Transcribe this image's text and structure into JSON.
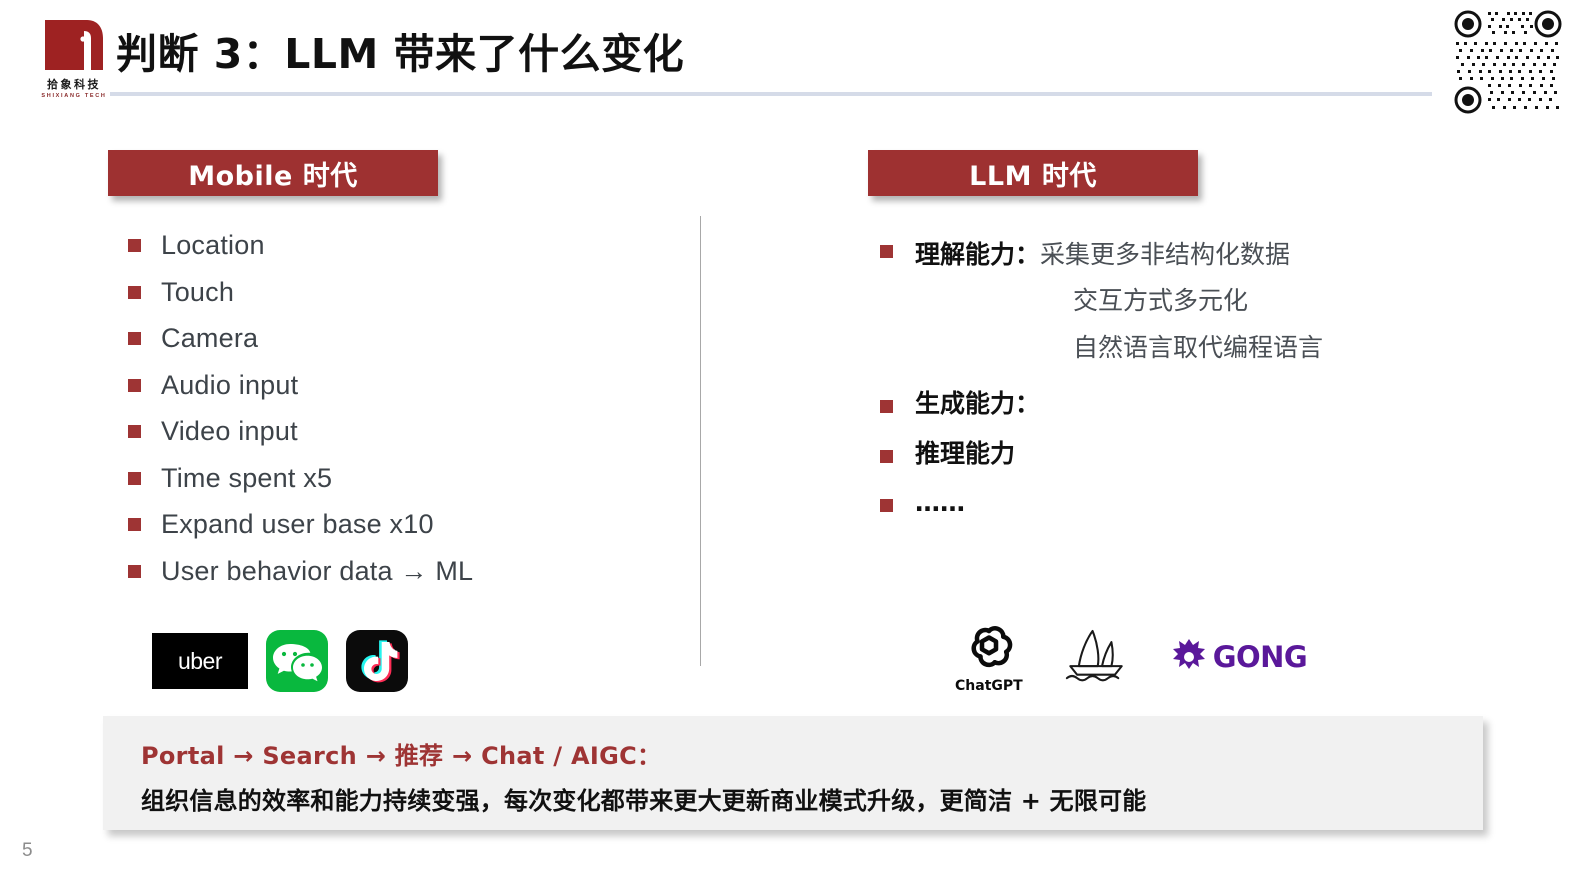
{
  "brand": {
    "logo_cn": "拾象科技",
    "logo_en": "SHIXIANG TECH",
    "accent_color": "#9e3131",
    "bullet_color": "#9e3434"
  },
  "header": {
    "title": "判断 3：LLM 带来了什么变化",
    "qr_icon": "qr-code"
  },
  "columns": {
    "left": {
      "banner_label": "Mobile 时代",
      "bullets": [
        "Location",
        "Touch",
        "Camera",
        "Audio input",
        "Video input",
        "Time spent x5",
        "Expand user base x10",
        "User behavior data → ML"
      ],
      "logos": [
        {
          "name": "uber-logo",
          "label": "uber"
        },
        {
          "name": "wechat-logo",
          "label": ""
        },
        {
          "name": "tiktok-logo",
          "label": ""
        }
      ]
    },
    "right": {
      "banner_label": "LLM 时代",
      "bullets": [
        {
          "head": "理解能力：",
          "inline": "采集更多非结构化数据",
          "subs": [
            "交互方式多元化",
            "自然语言取代编程语言"
          ]
        },
        {
          "head": "生成能力：",
          "inline": "",
          "subs": []
        },
        {
          "head": "推理能力",
          "inline": "",
          "subs": []
        },
        {
          "head": "……",
          "inline": "",
          "subs": []
        }
      ],
      "logos": [
        {
          "name": "openai-chatgpt-logo",
          "label": "ChatGPT"
        },
        {
          "name": "midjourney-logo",
          "label": ""
        },
        {
          "name": "gong-logo",
          "label": "GONG"
        }
      ]
    }
  },
  "bottom_banner": {
    "line1": "Portal → Search → 推荐 → Chat / AIGC：",
    "line2": "组织信息的效率和能力持续变强，每次变化都带来更大更新商业模式升级，更简洁 + 无限可能",
    "line1_color": "#9e3434"
  },
  "footer": {
    "page_number": "5"
  }
}
